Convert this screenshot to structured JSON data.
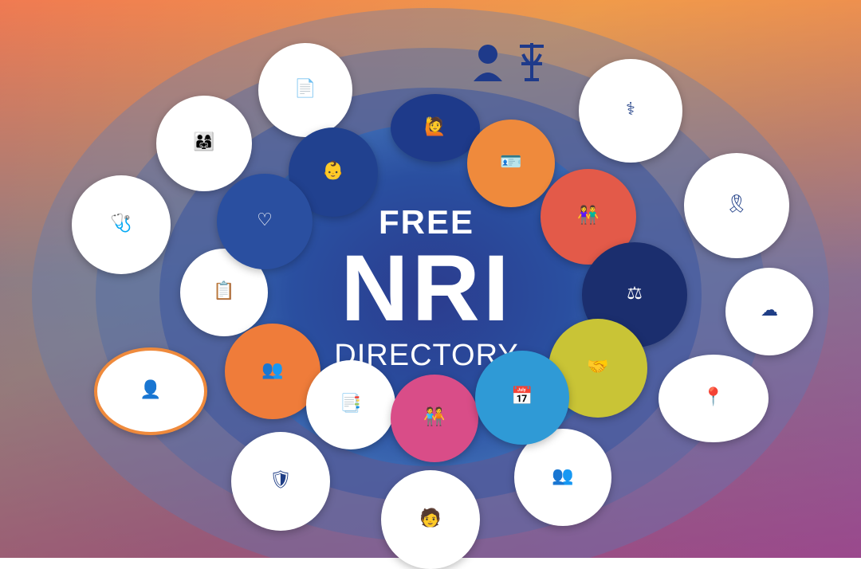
{
  "center": {
    "line1": "FREE",
    "line2": "NRI",
    "line3": "DIRECTORY"
  },
  "colors": {
    "navy": "#1e3a8a",
    "orange": "#ef8a3c",
    "red": "#e35a49",
    "yellow": "#c9c436",
    "teal": "#2f9ad6",
    "pink": "#d94d88"
  },
  "icons": {
    "top": "document-icon",
    "top_right": "caduceus-icon",
    "right1": "heart-ribbon-icon",
    "right2": "cloud-icon",
    "right3": "map-pin-icon",
    "bottom_right": "people-icon",
    "bottom": "person-icon",
    "bottom_left": "shield-icon",
    "left_orange": "user-icon",
    "left1": "checklist-icon",
    "left2": "stethoscope-icon",
    "upper_left": "family-icon",
    "inner_navy": "person-icon",
    "inner_orange": "id-card-icon",
    "inner_red": "family-icon",
    "inner_darkblue": "scales-icon",
    "inner_yellow": "handshake-icon",
    "inner_teal": "calendar-icon",
    "inner_pink": "person-icon",
    "inner_white": "document-icon",
    "inner_orange_left": "group-icon",
    "inner_navy_left": "heart-icon",
    "inner_navy_top": "person-icon",
    "top_figure": "person-icon"
  }
}
